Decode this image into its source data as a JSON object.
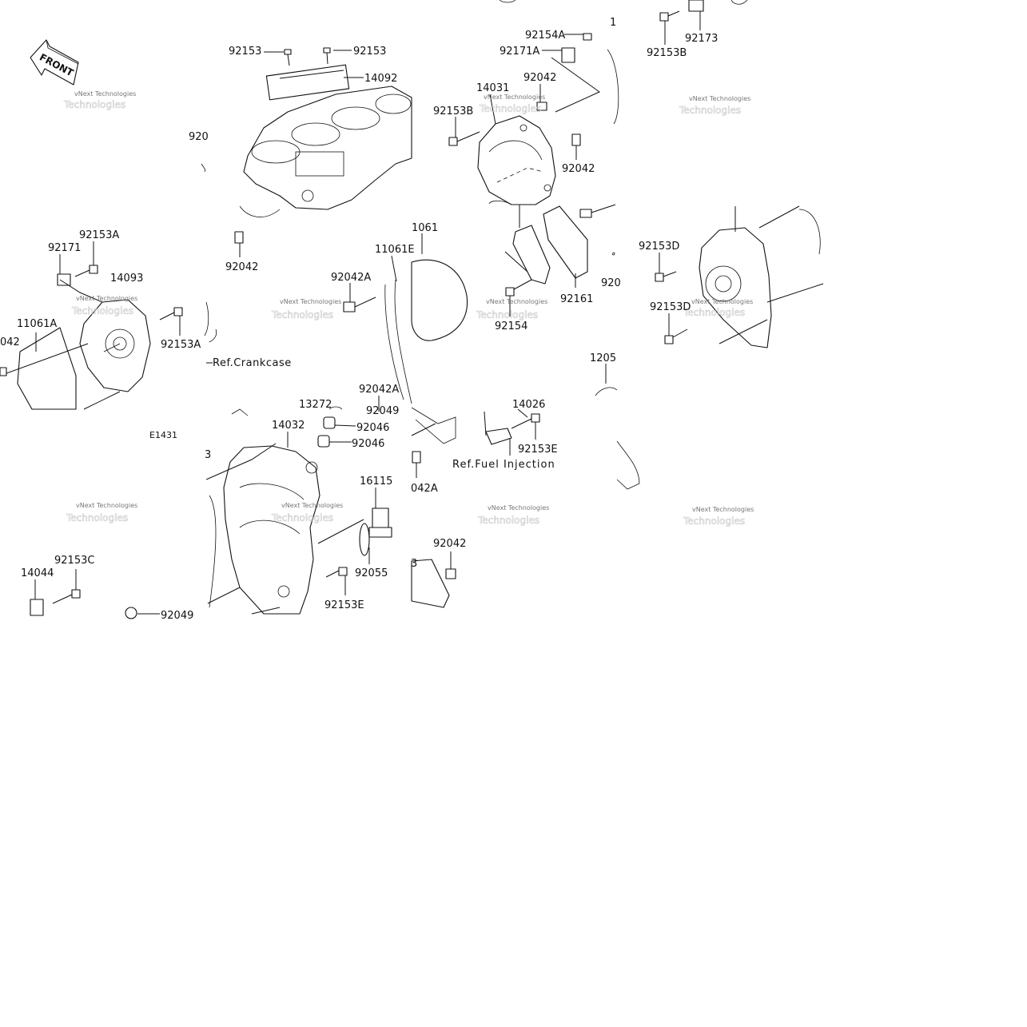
{
  "diagram": {
    "front_label": "FRONT",
    "figure_code": "E1431",
    "watermark_line1": "vNext Technologies",
    "watermark_line2": "Technologies",
    "ref_labels": [
      "Ref.Crankcase",
      "Ref.Fuel Injection"
    ],
    "part_labels": [
      "92153",
      "92153",
      "14092",
      "92042",
      "92154A",
      "92171A",
      "92042",
      "14031",
      "92153B",
      "92042",
      "92153B",
      "92173",
      "92153A",
      "92171",
      "14093",
      "11061A",
      "042",
      "92153A",
      "1061",
      "11061E",
      "92042A",
      "92161",
      "92154",
      "92153D",
      "92153D",
      "13272",
      "92049",
      "92046",
      "92046",
      "92042A",
      "14032",
      "14026",
      "92153E",
      "16115",
      "92055",
      "92153E",
      "042A",
      "92042",
      "14044",
      "92153C",
      "92049",
      "920",
      "1",
      "920",
      "1205",
      "3",
      "3"
    ]
  }
}
